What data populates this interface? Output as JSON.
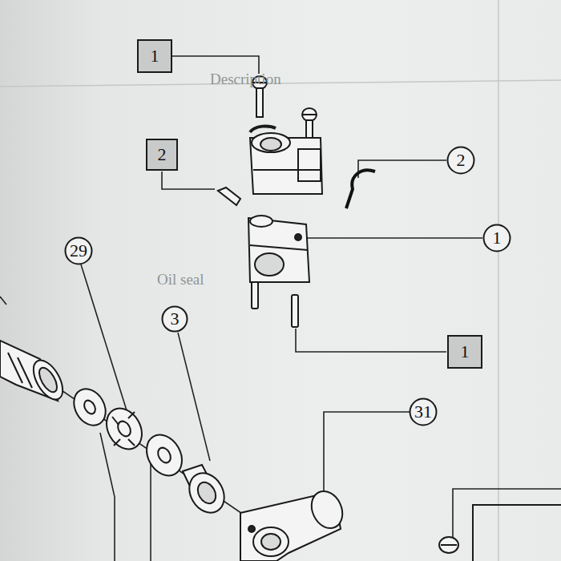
{
  "diagram": {
    "nodes": [
      {
        "text": [
          "1"
        ]
      },
      {
        "text": [
          "2"
        ]
      },
      {
        "text": [
          "2"
        ]
      },
      {
        "text": [
          "1"
        ]
      },
      {
        "text": [
          "29"
        ]
      },
      {
        "text": [
          "3"
        ]
      },
      {
        "text": [
          "1"
        ]
      },
      {
        "text": [
          "31"
        ]
      }
    ],
    "labels": [
      "Description",
      "Oil seal"
    ]
  }
}
